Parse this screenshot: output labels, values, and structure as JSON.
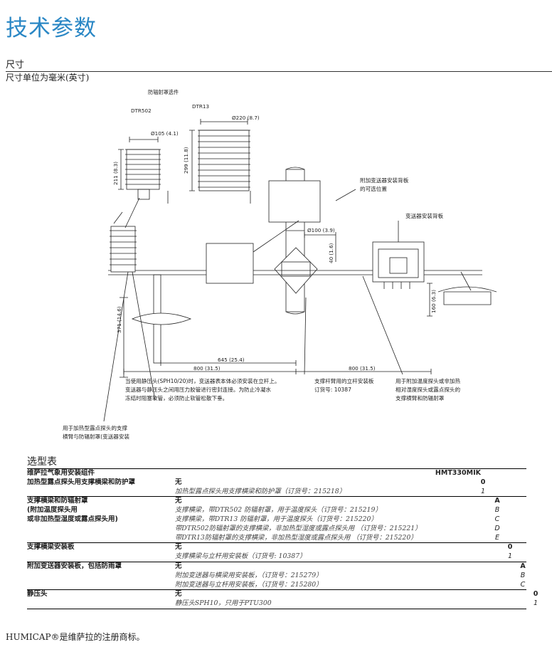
{
  "page_title": "技术参数",
  "section": "尺寸",
  "units_note": "尺寸单位为毫米(英寸)",
  "drawing": {
    "shield_option": "防辐射罩选件",
    "dtr502": "DTR502",
    "dtr13": "DTR13",
    "dim_105": "Ø105 (4.1)",
    "dim_220": "Ø220 (8.7)",
    "dim_211": "211 (8.3)",
    "dim_299": "299 (11.8)",
    "dim_100": "Ø100 (3.9)",
    "dim_40": "40 (1.6)",
    "dim_371": "371 (14.6)",
    "dim_160": "160 (6.3)",
    "dim_645": "645 (25.4)",
    "dim_800a": "800 (31.5)",
    "dim_800b": "800 (31.5)",
    "note_alt_plate": [
      "附加变送器安装背板",
      "的可选位置"
    ],
    "note_back_plate": "变送器安装背板",
    "note_static_head": [
      "当使用静压头(SPH10/20)时，变送器表本体必须安装在立杆上。",
      "变送器与静压头之间用压力胶管进行密封连接。为防止冷凝水",
      "冻结时阻塞软管，必须防止软管松散下垂。"
    ],
    "note_pole_plate": [
      "支撑杆臂用的立杆安装板",
      "订货号: 10387"
    ],
    "note_support_arm": [
      "用于附加温度探头或非加热",
      "相对湿度探头或露点探头的",
      "支撑横臂和防辐射罩"
    ],
    "note_heated_probe": [
      "用于加热型露点探头的支撑",
      "横臂与防辐射罩(变送器安装"
    ]
  },
  "table_title": "选型表",
  "table": {
    "header_label": "维萨拉气象用安装组件",
    "header_model": "HMT330MIK",
    "groups": [
      {
        "label": [
          "加热型露点探头用支撑横梁和防护罩"
        ],
        "rows": [
          {
            "code": "0",
            "text": "无",
            "none": true
          },
          {
            "code": "1",
            "text": "加热型露点探头用支撑横梁和防护罩（订货号：215218）",
            "none": false
          }
        ]
      },
      {
        "label": [
          "支撑横梁和防辐射罩",
          "(附加温度探头用",
          "或非加热型湿度或露点探头用)"
        ],
        "rows": [
          {
            "code": "A",
            "text": "无",
            "none": true
          },
          {
            "code": "B",
            "text": "支撑横梁，带DTR502 防辐射罩，用于温度探头（订货号：215219）",
            "none": false
          },
          {
            "code": "C",
            "text": "支撑横梁，带DTR13 防辐射罩，用于温度探头（订货号：215220）",
            "none": false
          },
          {
            "code": "D",
            "text": "带DTR502防辐射罩的支撑横梁，非加热型湿度或露点探头用 （订货号：215221）",
            "none": false
          },
          {
            "code": "E",
            "text": "带DTR13防辐射罩的支撑横梁，非加热型湿度或露点探头用 （订货号：215220）",
            "none": false
          }
        ]
      },
      {
        "label": [
          "支撑横梁安装板"
        ],
        "rows": [
          {
            "code": "0",
            "text": "无",
            "none": true
          },
          {
            "code": "1",
            "text": "支撑横梁与立杆用安装板（订货号: 10387）",
            "none": false
          }
        ]
      },
      {
        "label": [
          "附加变送器安装板，包括防雨罩"
        ],
        "rows": [
          {
            "code": "A",
            "text": "无",
            "none": true
          },
          {
            "code": "B",
            "text": "附加变送器与横梁用安装板，（订货号：215279）",
            "none": false
          },
          {
            "code": "C",
            "text": "附加变送器与立杆用安装板，（订货号：215280）",
            "none": false
          }
        ]
      },
      {
        "label": [
          "静压头"
        ],
        "rows": [
          {
            "code": "0",
            "text": "无",
            "none": true
          },
          {
            "code": "1",
            "text": "静压头SPH10，只用于PTU300",
            "none": false
          }
        ]
      }
    ]
  },
  "trademark": "HUMICAP®是维萨拉的注册商标。"
}
